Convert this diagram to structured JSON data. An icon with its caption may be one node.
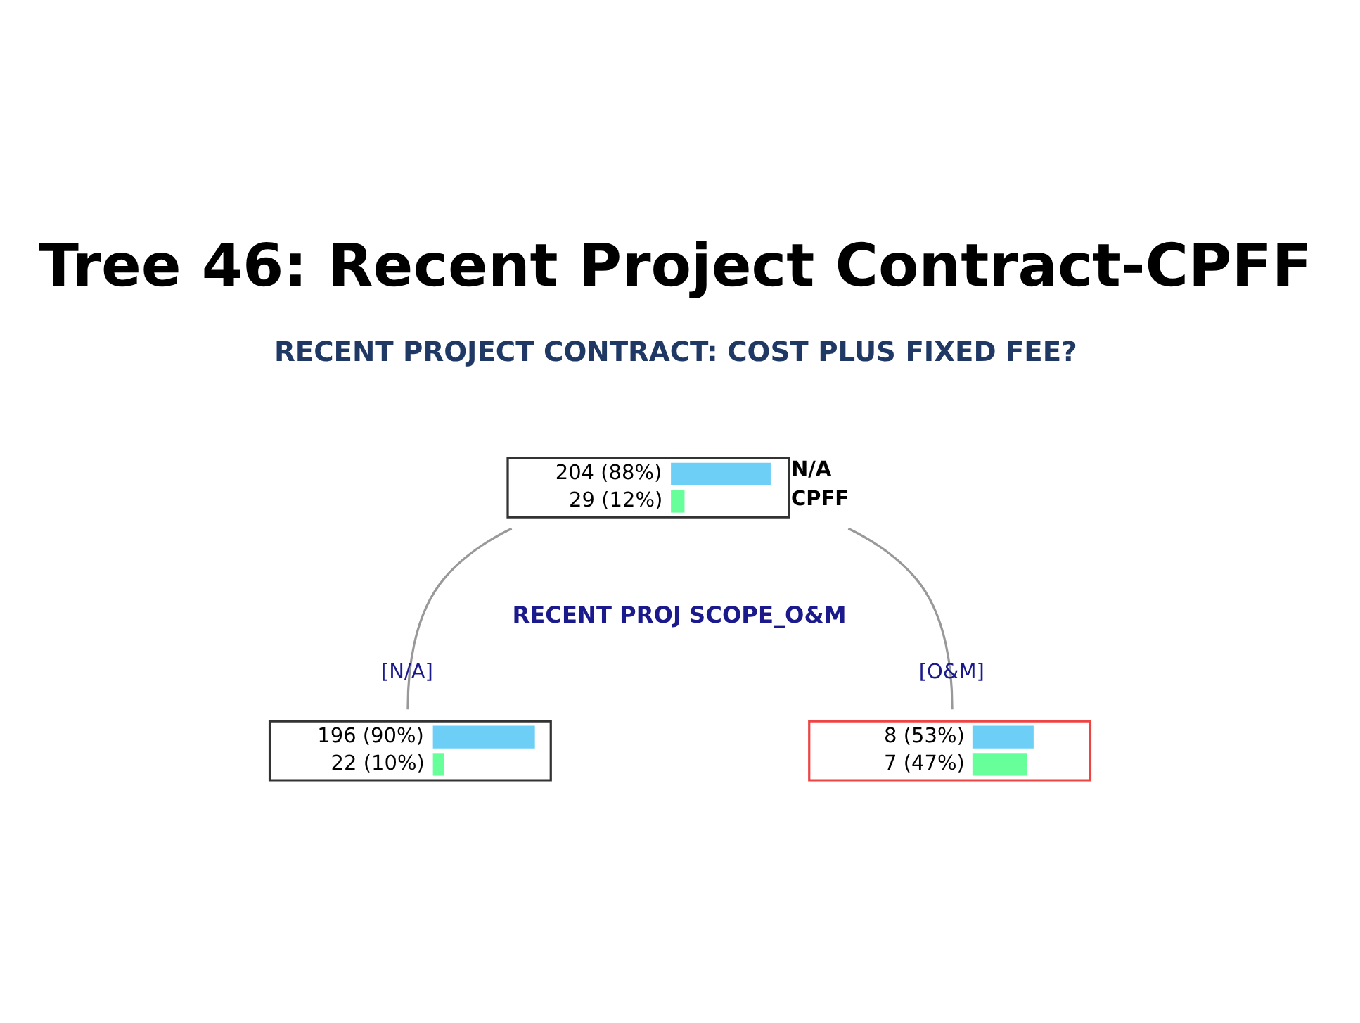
{
  "diagram": {
    "title": "Tree 46: Recent Project Contract-CPFF",
    "nodes": [
      {
        "text": [
          "204 (88%)",
          "29 (12%)"
        ],
        "beside": [
          "N/A",
          "CPFF"
        ]
      },
      {
        "text": [
          "196 (90%)",
          "22 (10%)"
        ]
      },
      {
        "text": [
          "8 (53%)",
          "7 (47%)"
        ]
      }
    ],
    "edges": [
      {
        "from": 0,
        "to": 1,
        "arrow": "none",
        "label": "[N/A]"
      },
      {
        "from": 0,
        "to": 2,
        "arrow": "none",
        "label": "[O&M]"
      }
    ],
    "labels": [
      "RECENT PROJECT CONTRACT: COST PLUS FIXED FEE?",
      "RECENT PROJ SCOPE_O&M"
    ]
  }
}
